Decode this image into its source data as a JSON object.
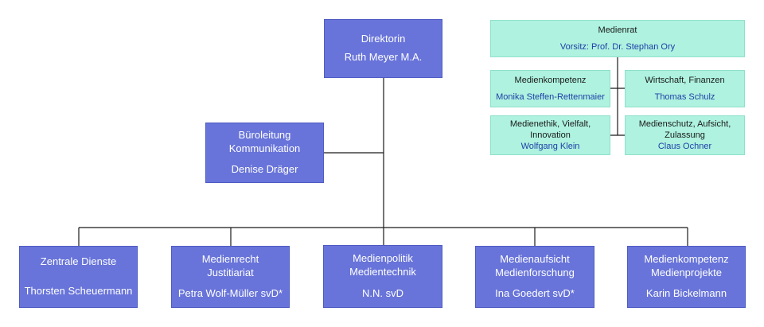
{
  "director": {
    "title": "Direktorin",
    "name": "Ruth Meyer M.A."
  },
  "office": {
    "title_line1": "Büroleitung",
    "title_line2": "Kommunikation",
    "name": "Denise Dräger"
  },
  "departments": [
    {
      "line1": "Zentrale Dienste",
      "line2": "",
      "name": "Thorsten Scheuermann"
    },
    {
      "line1": "Medienrecht",
      "line2": "Justitiariat",
      "name": "Petra Wolf-Müller svD*"
    },
    {
      "line1": "Medienpolitik",
      "line2": "Medientechnik",
      "name": "N.N. svD"
    },
    {
      "line1": "Medienaufsicht",
      "line2": "Medienforschung",
      "name": "Ina Goedert svD*"
    },
    {
      "line1": "Medienkompetenz",
      "line2": "Medienprojekte",
      "name": "Karin Bickelmann"
    }
  ],
  "council": {
    "title": "Medienrat",
    "chair": "Vorsitz: Prof. Dr. Stephan Ory",
    "committees": [
      {
        "line1": "Medienkompetenz",
        "line2": "",
        "name": "Monika Steffen-Rettenmaier"
      },
      {
        "line1": "Wirtschaft, Finanzen",
        "line2": "",
        "name": "Thomas Schulz"
      },
      {
        "line1": "Medienethik, Vielfalt,",
        "line2": "Innovation",
        "name": "Wolfgang Klein"
      },
      {
        "line1": "Medienschutz, Aufsicht,",
        "line2": "Zulassung",
        "name": "Claus Ochner"
      }
    ]
  },
  "colors": {
    "box_blue": "#6874d9",
    "box_mint": "#aef2df",
    "connector": "#1a1a1a",
    "name_blue": "#1f3fa8"
  }
}
